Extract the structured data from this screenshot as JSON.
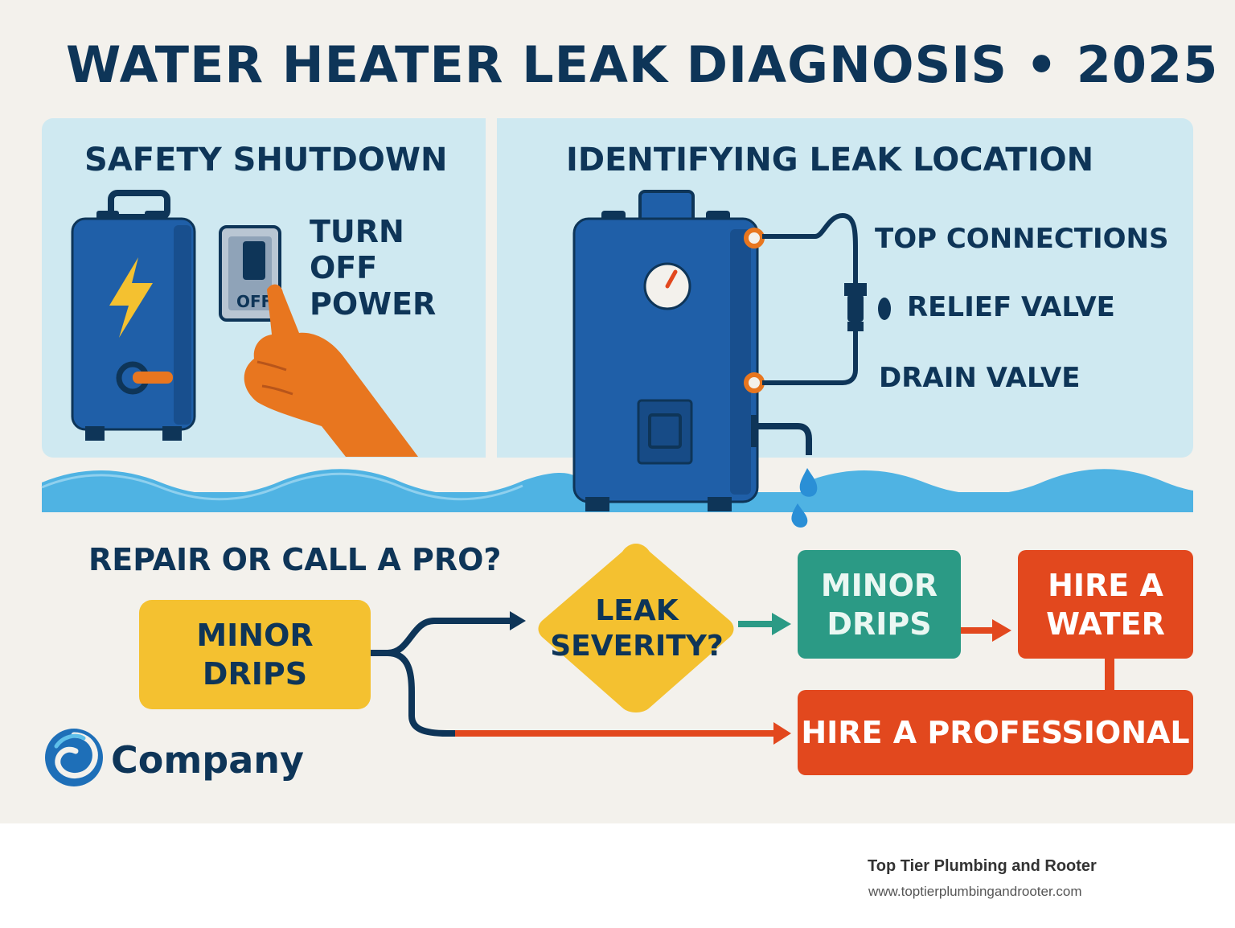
{
  "title": "WATER HEATER LEAK DIAGNOSIS • 2025",
  "safety": {
    "heading": "SAFETY SHUTDOWN",
    "instruction_lines": [
      "TURN",
      "OFF",
      "POWER"
    ],
    "switch_label": "OFF"
  },
  "identify": {
    "heading": "IDENTIFYING LEAK LOCATION",
    "locations": [
      "TOP CONNECTIONS",
      "RELIEF VALVE",
      "DRAIN VALVE"
    ]
  },
  "repair": {
    "heading": "REPAIR OR CALL A PRO?",
    "start_box_lines": [
      "MINOR",
      "DRIPS"
    ],
    "decision_lines": [
      "LEAK",
      "SEVERITY?"
    ],
    "minor_box_lines": [
      "MINOR",
      "DRIPS"
    ],
    "hire_water_lines": [
      "HIRE A",
      "WATER"
    ],
    "hire_pro": "HIRE A PROFESSIONAL"
  },
  "logo": {
    "text": "Company",
    "icon": "swirl-logo-icon"
  },
  "footer": {
    "name": "Top Tier Plumbing and Rooter",
    "url": "www.toptierplumbingandrooter.com"
  },
  "colors": {
    "navy": "#0e3558",
    "heater_blue": "#1f5fa8",
    "panel_blue": "#cfe9f1",
    "water": "#4fb3e3",
    "orange": "#e8761f",
    "yellow": "#f4c130",
    "green": "#2b9a85",
    "red": "#e2481e"
  }
}
